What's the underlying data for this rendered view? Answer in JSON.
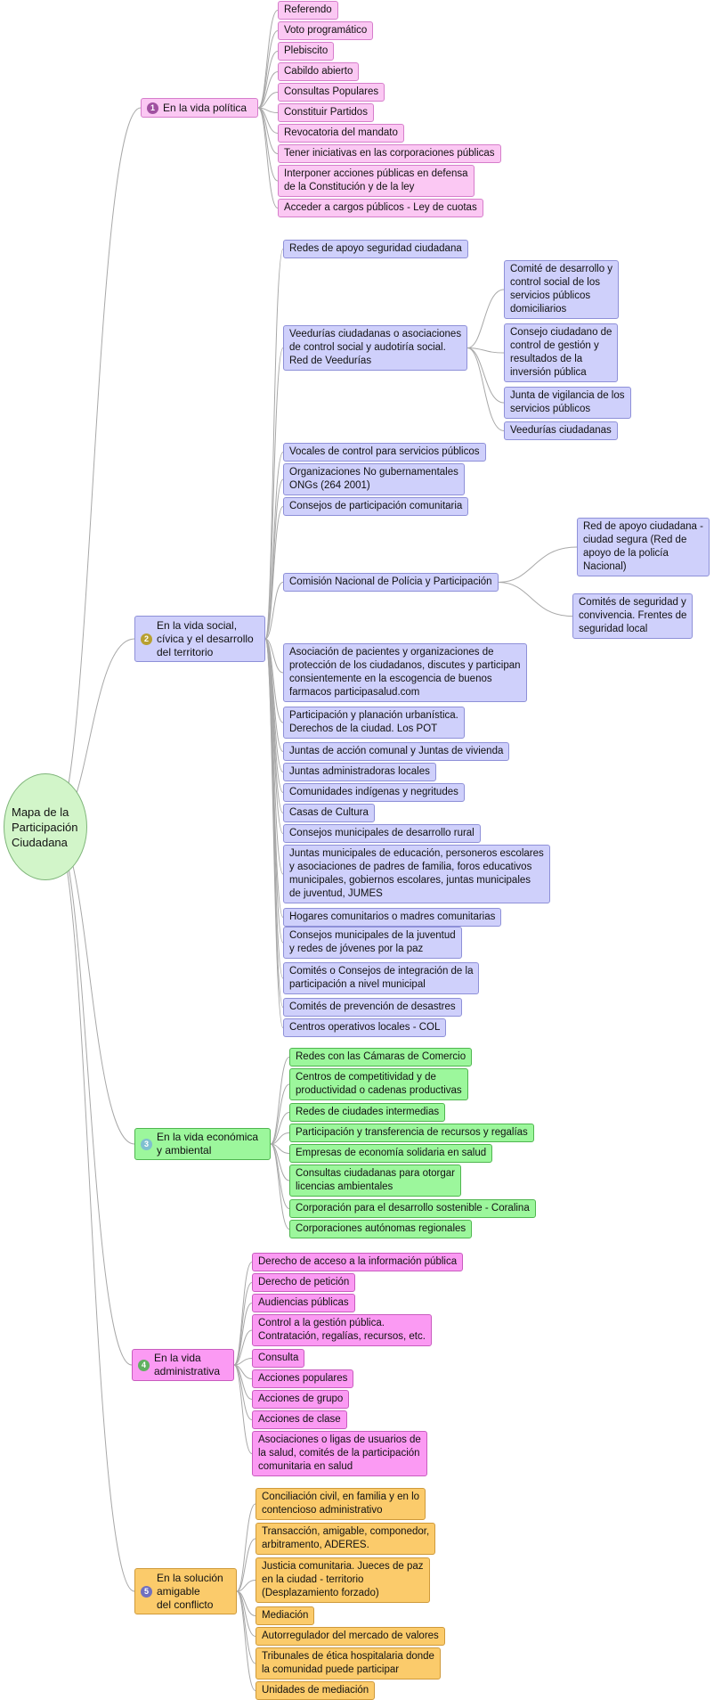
{
  "root": {
    "line1": "Mapa de la",
    "line2": "Participación",
    "line3": "Ciudadana"
  },
  "branches": [
    {
      "badge": "1",
      "line1": "En la vida política",
      "line2": "",
      "line3": "",
      "color": "#fbc8f3",
      "badge_color": "#a050a0",
      "items": [
        {
          "line1": "Referendo",
          "line2": ""
        },
        {
          "line1": "Voto programático",
          "line2": ""
        },
        {
          "line1": "Plebiscito",
          "line2": ""
        },
        {
          "line1": "Cabildo abierto",
          "line2": ""
        },
        {
          "line1": "Consultas Populares",
          "line2": ""
        },
        {
          "line1": "Constituir Partidos",
          "line2": ""
        },
        {
          "line1": "Revocatoria del mandato",
          "line2": ""
        },
        {
          "line1": "Tener iniciativas en las corporaciones públicas",
          "line2": ""
        },
        {
          "line1": "Interponer acciones públicas en defensa",
          "line2": "de la Constitución y de la ley"
        },
        {
          "line1": "Acceder a cargos públicos - Ley de cuotas",
          "line2": ""
        }
      ]
    },
    {
      "badge": "2",
      "line1": "En la vida social,",
      "line2": "cívica y el desarrollo",
      "line3": "del territorio",
      "color": "#cfd0fb",
      "badge_color": "#b8a030",
      "items": [
        {
          "line1": "Redes de apoyo seguridad ciudadana"
        },
        {
          "line1": "Veedurías ciudadanas o asociaciones",
          "line2": "de control social y audotiría social.",
          "line3": "Red de Veedurías"
        },
        {
          "line1": "Vocales de control para servicios públicos"
        },
        {
          "line1": "Organizaciones No gubernamentales",
          "line2": "ONGs (264 2001)"
        },
        {
          "line1": "Consejos de participación comunitaria"
        },
        {
          "line1": "Comisión Nacional de Polícia y Participación"
        },
        {
          "line1": "Asociación de pacientes y organizaciones de",
          "line2": "protección de los ciudadanos, discutes y participan",
          "line3": "consientemente en la escogencia de buenos",
          "line4": "farmacos participasalud.com"
        },
        {
          "line1": "Participación y planación urbanística.",
          "line2": "Derechos de la ciudad. Los POT"
        },
        {
          "line1": "Juntas de acción comunal y Juntas de vivienda"
        },
        {
          "line1": "Juntas administradoras locales"
        },
        {
          "line1": "Comunidades indígenas y negritudes"
        },
        {
          "line1": "Casas de Cultura"
        },
        {
          "line1": "Consejos municipales de desarrollo rural"
        },
        {
          "line1": "Juntas municipales de educación, personeros escolares",
          "line2": "y asociaciones de padres de familia, foros educativos",
          "line3": "municipales, gobiernos escolares, juntas municipales",
          "line4": "de juventud, JUMES"
        },
        {
          "line1": "Hogares comunitarios o madres comunitarias"
        },
        {
          "line1": "Consejos municipales de la juventud",
          "line2": "y redes de jóvenes por la paz"
        },
        {
          "line1": "Comités o Consejos de integración de la",
          "line2": "participación a nivel municipal"
        },
        {
          "line1": "Comités de prevención de desastres"
        },
        {
          "line1": "Centros operativos locales - COL"
        }
      ],
      "veedurias_sub": [
        {
          "line1": "Comité de desarrollo y",
          "line2": "control social de los",
          "line3": "servicios públicos",
          "line4": "domiciliarios"
        },
        {
          "line1": "Consejo ciudadano de",
          "line2": "control de gestión y",
          "line3": "resultados de la",
          "line4": "inversión pública"
        },
        {
          "line1": "Junta de vigilancia de los",
          "line2": "servicios públicos"
        },
        {
          "line1": "Veedurías ciudadanas"
        }
      ],
      "comision_sub": [
        {
          "line1": "Red de apoyo ciudadana -",
          "line2": "ciudad segura (Red de",
          "line3": "apoyo de la policía",
          "line4": "Nacional)"
        },
        {
          "line1": "Comités de seguridad y",
          "line2": "convivencia. Frentes de",
          "line3": "seguridad local"
        }
      ]
    },
    {
      "badge": "3",
      "line1": "En la vida económica",
      "line2": "y ambiental",
      "line3": "",
      "color": "#9cf79c",
      "badge_color": "#7fbfd0",
      "items": [
        {
          "line1": "Redes con las Cámaras de Comercio"
        },
        {
          "line1": "Centros de competitividad y de",
          "line2": "productividad o cadenas productivas"
        },
        {
          "line1": "Redes de ciudades intermedias"
        },
        {
          "line1": "Participación y transferencia de recursos y regalías"
        },
        {
          "line1": "Empresas de economía solidaria en salud"
        },
        {
          "line1": "Consultas ciudadanas para otorgar",
          "line2": "licencias ambientales"
        },
        {
          "line1": "Corporación para el desarrollo sostenible - Coralina"
        },
        {
          "line1": "Corporaciones autónomas regionales"
        }
      ]
    },
    {
      "badge": "4",
      "line1": "En la vida",
      "line2": "administrativa",
      "line3": "",
      "color": "#fb9af3",
      "badge_color": "#60b060",
      "items": [
        {
          "line1": "Derecho de acceso a la información pública"
        },
        {
          "line1": "Derecho de petición"
        },
        {
          "line1": "Audiencias públicas"
        },
        {
          "line1": "Control a la gestión pública.",
          "line2": "Contratación, regalías, recursos, etc."
        },
        {
          "line1": "Consulta"
        },
        {
          "line1": "Acciones populares"
        },
        {
          "line1": "Acciones de grupo"
        },
        {
          "line1": "Acciones de clase"
        },
        {
          "line1": "Asociaciones o ligas de usuarios de",
          "line2": "la salud, comités de la participación",
          "line3": "comunitaria en salud"
        }
      ]
    },
    {
      "badge": "5",
      "line1": "En la solución",
      "line2": "amigable",
      "line3": "del conflicto",
      "color": "#fbcb6b",
      "badge_color": "#7070c0",
      "items": [
        {
          "line1": "Conciliación civil, en familia y en lo",
          "line2": "contencioso administrativo"
        },
        {
          "line1": "Transacción, amigable, componedor,",
          "line2": "arbitramento, ADERES."
        },
        {
          "line1": "Justicia comunitaria. Jueces de paz",
          "line2": "en la ciudad - territorio",
          "line3": "(Desplazamiento forzado)"
        },
        {
          "line1": "Mediación"
        },
        {
          "line1": "Autorregulador del mercado de valores"
        },
        {
          "line1": "Tribunales de ética hospitalaria donde",
          "line2": "la comunidad puede participar"
        },
        {
          "line1": "Unidades de mediación"
        }
      ]
    }
  ]
}
